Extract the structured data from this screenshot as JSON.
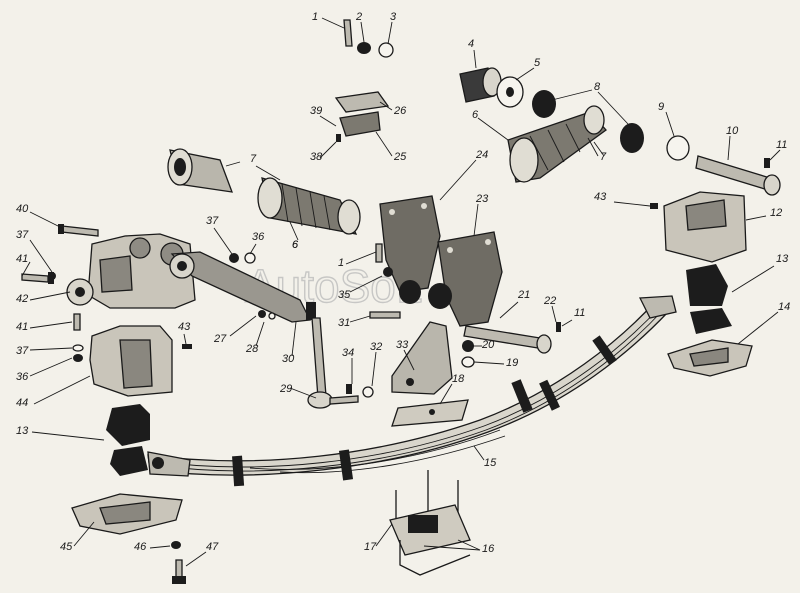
{
  "watermark": "AutoSoft",
  "colors": {
    "ink": "#1a1a1a",
    "paper": "#f3f1ea",
    "watermark": "#b9b9b9"
  },
  "callouts": [
    {
      "text": "1"
    },
    {
      "text": "2"
    },
    {
      "text": "3"
    },
    {
      "text": "4"
    },
    {
      "text": "5"
    },
    {
      "text": "6"
    },
    {
      "text": "8"
    },
    {
      "text": "9"
    },
    {
      "text": "10"
    },
    {
      "text": "11"
    },
    {
      "text": "39"
    },
    {
      "text": "26"
    },
    {
      "text": "38"
    },
    {
      "text": "25"
    },
    {
      "text": "6"
    },
    {
      "text": "7"
    },
    {
      "text": "7"
    },
    {
      "text": "24"
    },
    {
      "text": "23"
    },
    {
      "text": "43"
    },
    {
      "text": "12"
    },
    {
      "text": "40"
    },
    {
      "text": "37"
    },
    {
      "text": "37"
    },
    {
      "text": "36"
    },
    {
      "text": "6"
    },
    {
      "text": "41"
    },
    {
      "text": "42"
    },
    {
      "text": "1"
    },
    {
      "text": "35"
    },
    {
      "text": "31"
    },
    {
      "text": "21"
    },
    {
      "text": "22"
    },
    {
      "text": "11"
    },
    {
      "text": "13"
    },
    {
      "text": "14"
    },
    {
      "text": "41"
    },
    {
      "text": "43"
    },
    {
      "text": "27"
    },
    {
      "text": "28"
    },
    {
      "text": "30"
    },
    {
      "text": "34"
    },
    {
      "text": "32"
    },
    {
      "text": "33"
    },
    {
      "text": "20"
    },
    {
      "text": "19"
    },
    {
      "text": "37"
    },
    {
      "text": "36"
    },
    {
      "text": "44"
    },
    {
      "text": "29"
    },
    {
      "text": "18"
    },
    {
      "text": "13"
    },
    {
      "text": "15"
    },
    {
      "text": "45"
    },
    {
      "text": "46"
    },
    {
      "text": "47"
    },
    {
      "text": "17"
    },
    {
      "text": "16"
    }
  ]
}
